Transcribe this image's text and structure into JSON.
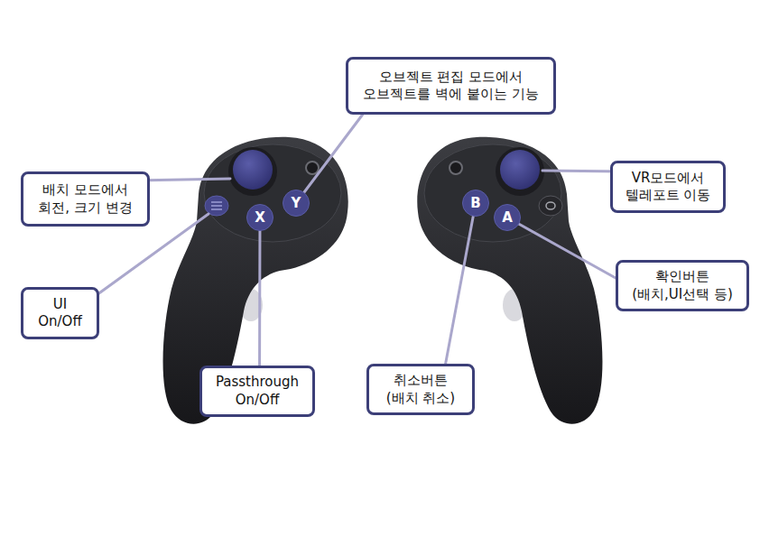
{
  "diagram": {
    "nodes": [
      {
        "text": [
          "오브젝트 편집 모드에서 오브젝트를 벽에 붙이는 기능"
        ]
      },
      {
        "text": [
          "배치 모드에서 회전, 크기 변경"
        ]
      },
      {
        "text": [
          "VR모드에서 텔레포트 이동"
        ]
      },
      {
        "text": [
          "Y"
        ]
      },
      {
        "text": [
          "X"
        ]
      },
      {
        "text": [
          "B"
        ]
      },
      {
        "text": [
          "A"
        ]
      },
      {
        "text": [
          "UI On/Off"
        ]
      },
      {
        "text": [
          "확인버튼 (배치,UI선택 등)"
        ]
      },
      {
        "text": [
          "Passthrough On/Off"
        ]
      },
      {
        "text": [
          "취소버튼 (배치 취소)"
        ]
      }
    ],
    "edges": [
      {
        "from": 0,
        "to": 3,
        "arrow": "none"
      },
      {
        "from": 9,
        "to": 4,
        "arrow": "none"
      },
      {
        "from": 10,
        "to": 5,
        "arrow": "none"
      },
      {
        "from": 8,
        "to": 6,
        "arrow": "none"
      }
    ]
  }
}
